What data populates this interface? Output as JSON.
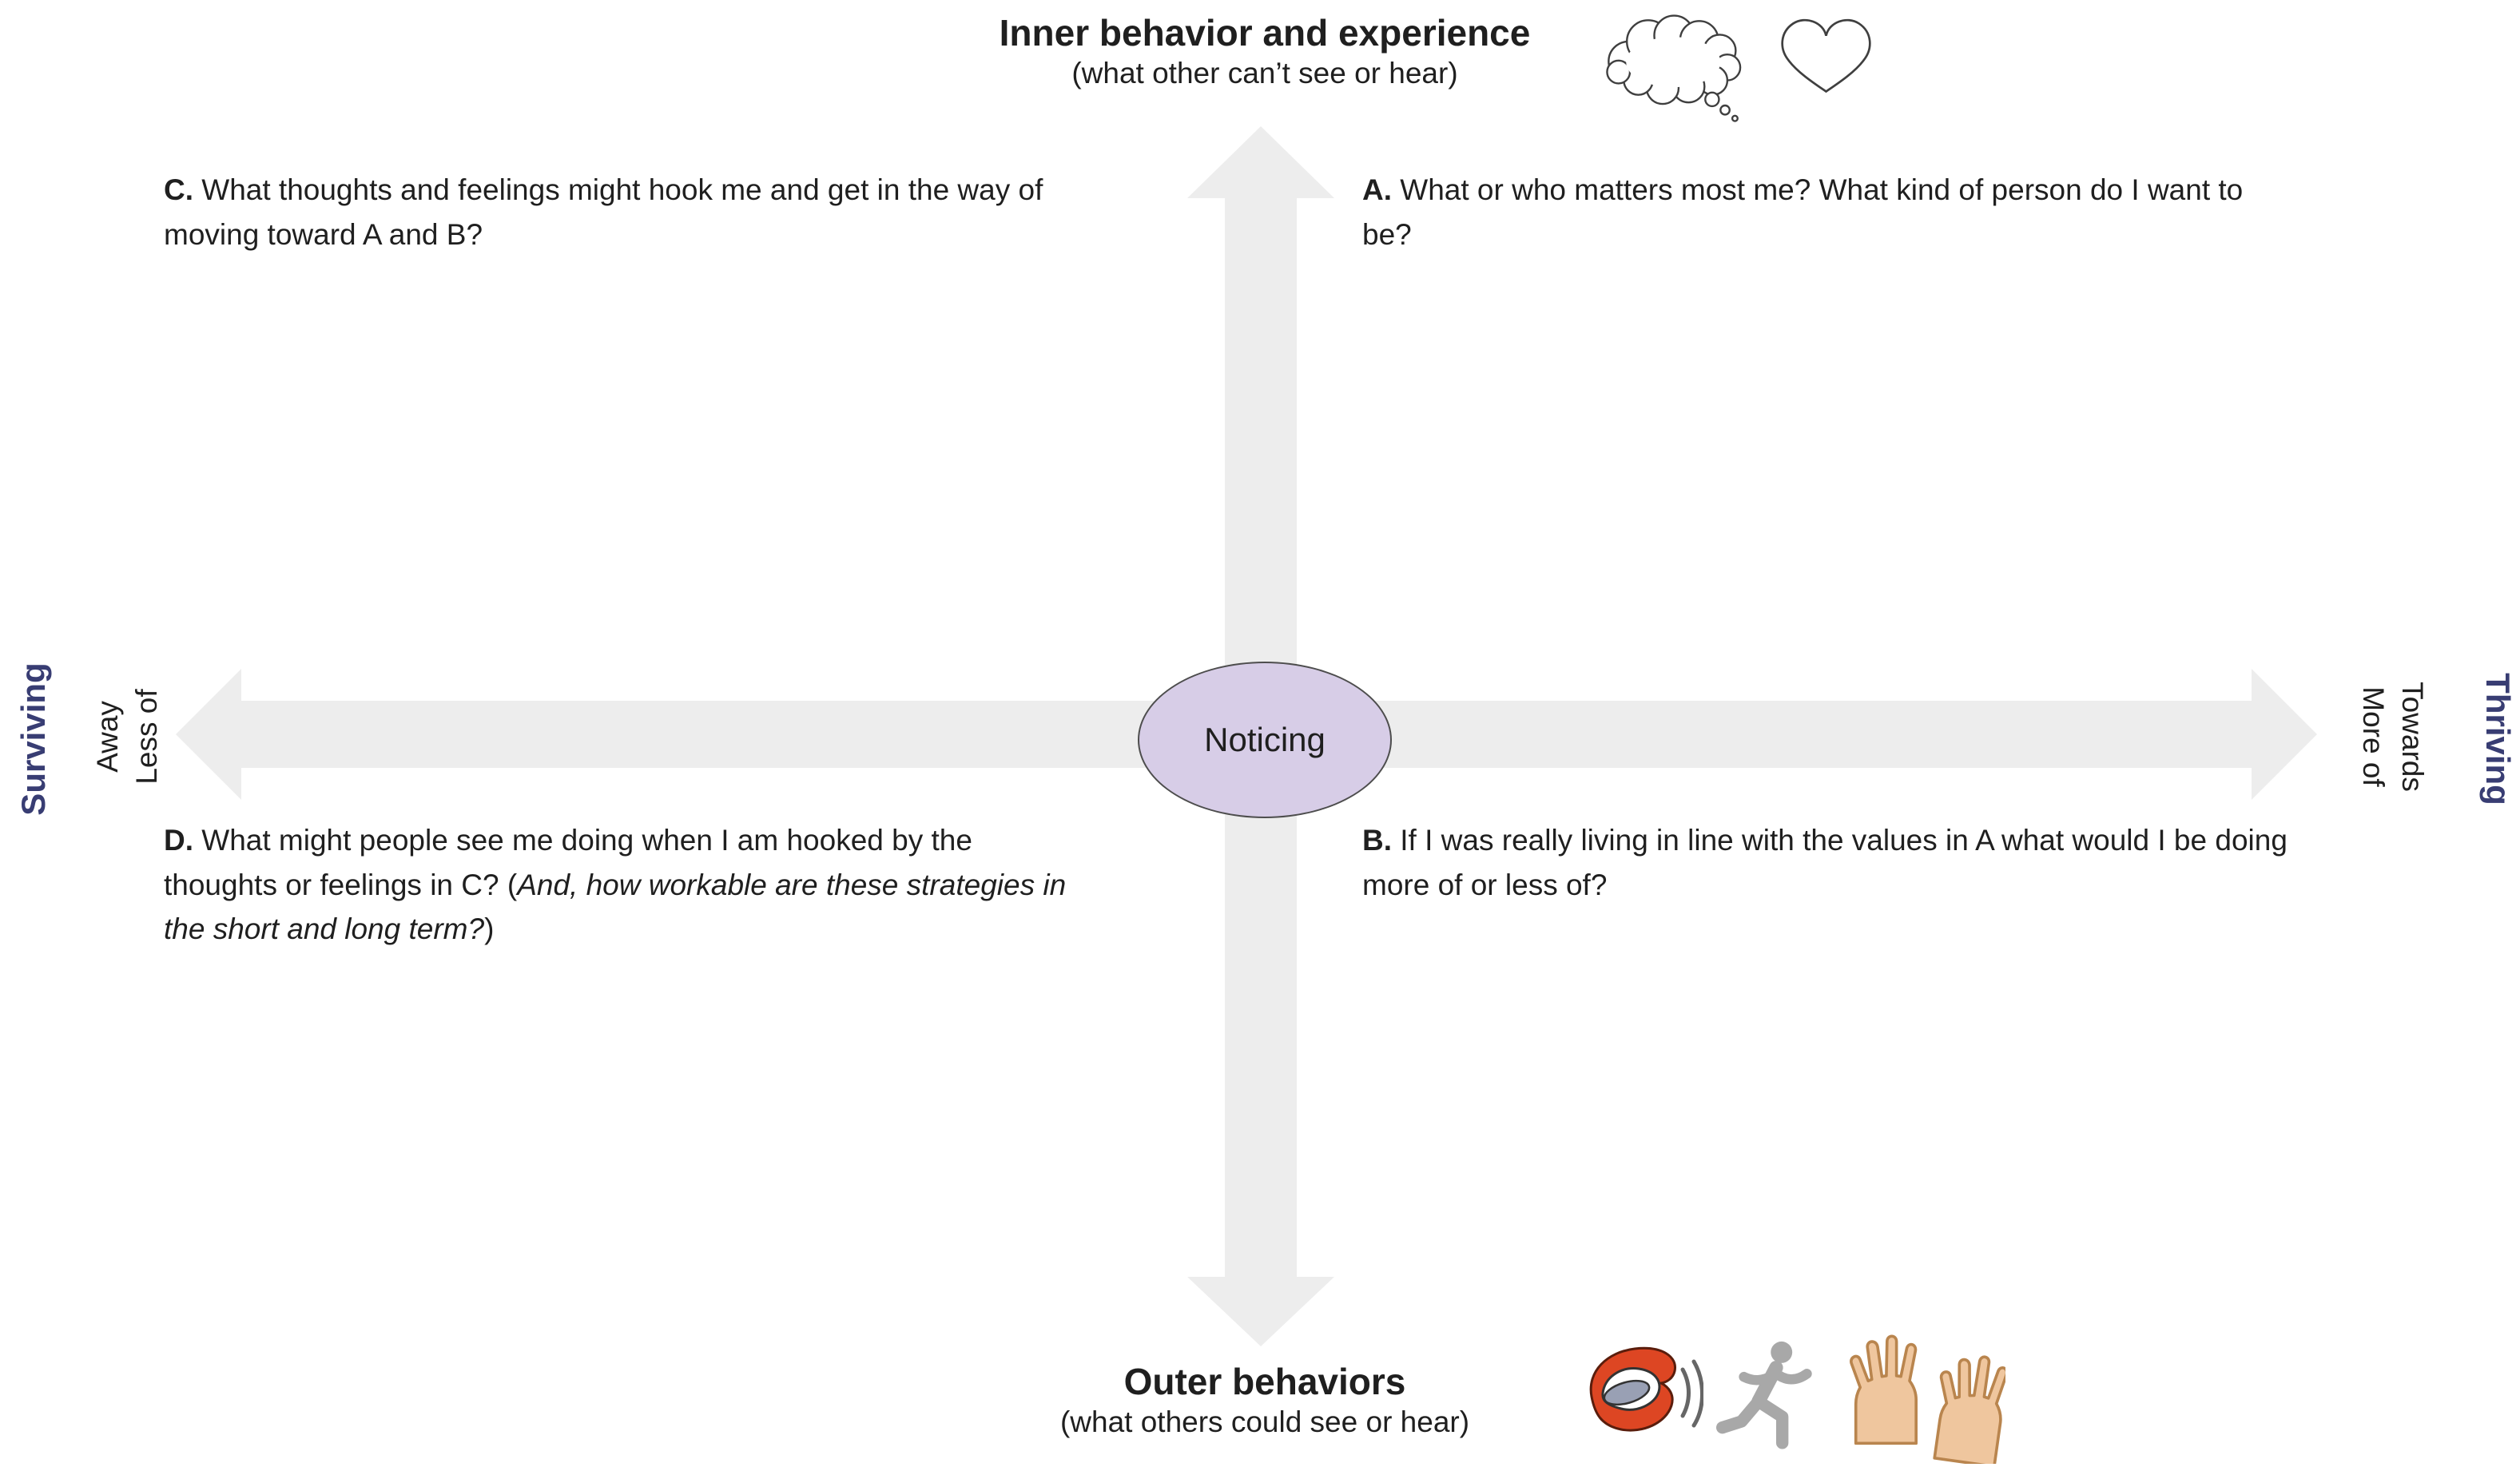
{
  "colors": {
    "background": "#ffffff",
    "arrow": "#ededed",
    "text": "#1f1f1f",
    "axis_accent": "#383d73",
    "ellipse_fill": "#d7cde7",
    "ellipse_stroke": "#4d4d4d"
  },
  "top_axis": {
    "title": "Inner behavior and experience",
    "subtitle": "(what other can’t see or hear)"
  },
  "bottom_axis": {
    "title": "Outer behaviors",
    "subtitle": "(what others could see or hear)"
  },
  "left_axis": {
    "label": "Surviving",
    "line1": "Away",
    "line2": "Less of"
  },
  "right_axis": {
    "label": "Thriving",
    "line1": "Towards",
    "line2": "More of"
  },
  "center": {
    "label": "Noticing"
  },
  "quadrants": {
    "c": {
      "letter": "C.",
      "text": "What thoughts and feelings might hook me and get in the way of moving toward A and B?"
    },
    "a": {
      "letter": "A.",
      "text": "What or who matters most me? What kind of person do I want to be?"
    },
    "d": {
      "letter": "D.",
      "text_before": "What might people see me doing when I am hooked by the thoughts or feelings in C? (",
      "text_italic": "And, how workable are these strategies in the short and long term?",
      "text_after": ")"
    },
    "b": {
      "letter": "B.",
      "text": "If I was really living in line with the values in A what would I be doing more of or less of?"
    }
  },
  "icons": {
    "top": [
      "thought-bubble-icon",
      "heart-icon"
    ],
    "bottom": [
      "mouth-speaking-icon",
      "running-person-icon",
      "raised-hands-icon"
    ]
  }
}
